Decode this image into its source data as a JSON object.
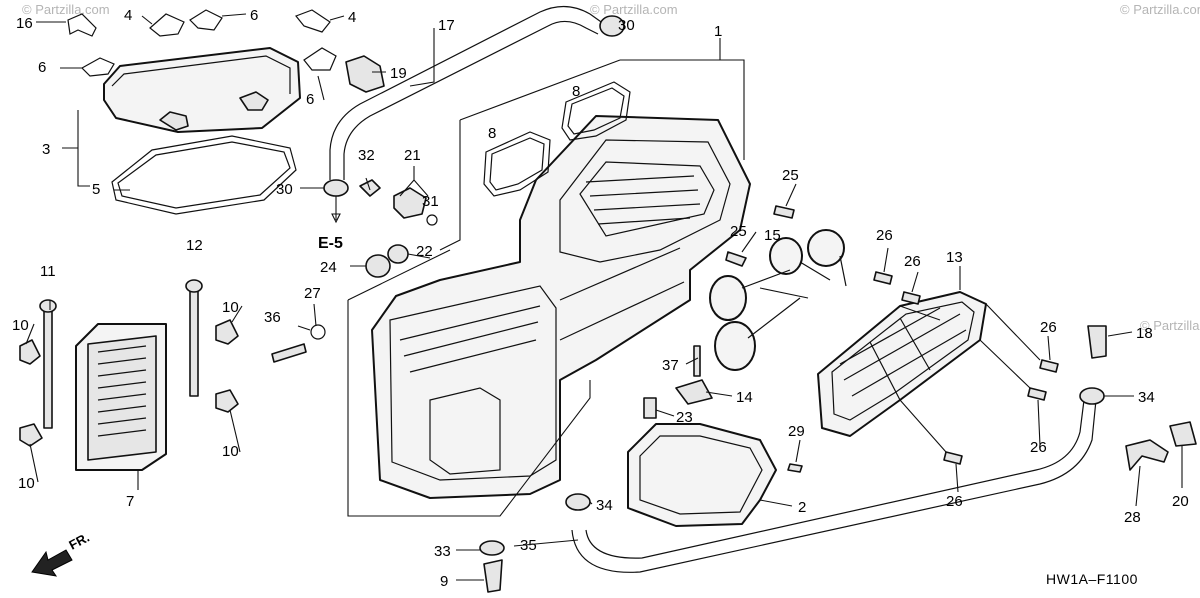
{
  "diagram": {
    "code": "HW1A–F1100",
    "reference": "E-5",
    "direction_label": "FR.",
    "watermark": "© Partzilla.com",
    "callouts": [
      "1",
      "2",
      "3",
      "4",
      "5",
      "6",
      "7",
      "8",
      "9",
      "10",
      "11",
      "12",
      "13",
      "14",
      "15",
      "16",
      "17",
      "18",
      "19",
      "20",
      "21",
      "22",
      "23",
      "24",
      "25",
      "26",
      "27",
      "28",
      "29",
      "30",
      "31",
      "32",
      "33",
      "34",
      "35",
      "36",
      "37"
    ]
  }
}
